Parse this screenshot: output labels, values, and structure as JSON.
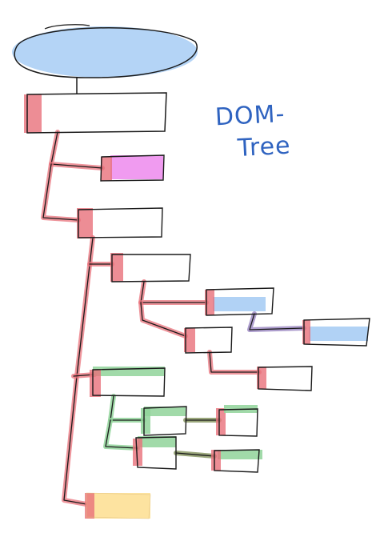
{
  "title": {
    "line1": "DOM-",
    "line2": "Tree"
  },
  "colors": {
    "root_fill": "#b4d4f6",
    "red_highlight": "#e8707a",
    "magenta": "#ee90ee",
    "blue": "#a8cdf4",
    "green": "#90d49a",
    "yellow": "#fde3a0",
    "title_ink": "#2f63c0"
  },
  "nodes": [
    {
      "id": "root",
      "shape": "ellipse",
      "fill": "blue"
    },
    {
      "id": "level1",
      "fill": "none",
      "accent": "red"
    },
    {
      "id": "magenta-leaf",
      "fill": "magenta",
      "accent": "red"
    },
    {
      "id": "level2",
      "fill": "none",
      "accent": "red"
    },
    {
      "id": "branch-a",
      "fill": "none",
      "accent": "red"
    },
    {
      "id": "blue-node-1",
      "fill": "blue",
      "accent": "red"
    },
    {
      "id": "branch-a-child",
      "fill": "none",
      "accent": "red"
    },
    {
      "id": "blue-node-2",
      "fill": "blue",
      "accent": "red"
    },
    {
      "id": "leaf-a",
      "fill": "none",
      "accent": "red"
    },
    {
      "id": "branch-green",
      "fill": "none",
      "accent": "green"
    },
    {
      "id": "green-node-1",
      "fill": "none",
      "accent": "green"
    },
    {
      "id": "green-node-2",
      "fill": "none",
      "accent": "green"
    },
    {
      "id": "green-node-3",
      "fill": "none",
      "accent": "green"
    },
    {
      "id": "green-node-4",
      "fill": "none",
      "accent": "green"
    },
    {
      "id": "yellow-leaf",
      "fill": "yellow",
      "accent": "red"
    }
  ]
}
